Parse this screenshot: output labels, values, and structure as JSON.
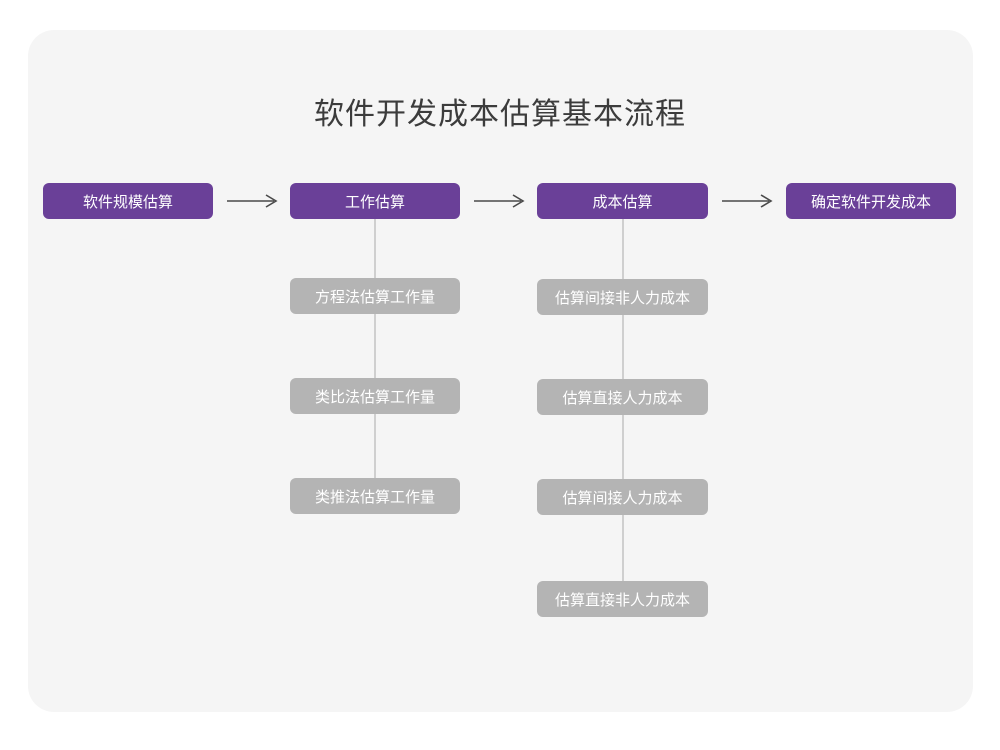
{
  "page": {
    "title": "软件开发成本估算基本流程",
    "background_color": "#ffffff",
    "card_color": "#f5f5f5",
    "title_color": "#3c3c3c"
  },
  "colors": {
    "primary": "#6a4098",
    "secondary": "#b4b4b4",
    "connector": "#cfcfcf",
    "arrow": "#4a4a4a",
    "node_text": "#ffffff"
  },
  "flow": {
    "arrow_icon": "long-right-arrow",
    "main_steps": [
      {
        "label": "软件规模估算"
      },
      {
        "label": "工作估算"
      },
      {
        "label": "成本估算"
      },
      {
        "label": "确定软件开发成本"
      }
    ],
    "arrows": [
      {
        "label": "⟶"
      },
      {
        "label": "⟶"
      },
      {
        "label": "⟶"
      }
    ],
    "branches": [
      {
        "parent": "工作估算",
        "items": [
          {
            "label": "方程法估算工作量"
          },
          {
            "label": "类比法估算工作量"
          },
          {
            "label": "类推法估算工作量"
          }
        ]
      },
      {
        "parent": "成本估算",
        "items": [
          {
            "label": "估算间接非人力成本"
          },
          {
            "label": "估算直接人力成本"
          },
          {
            "label": "估算间接人力成本"
          },
          {
            "label": "估算直接非人力成本"
          }
        ]
      }
    ]
  }
}
